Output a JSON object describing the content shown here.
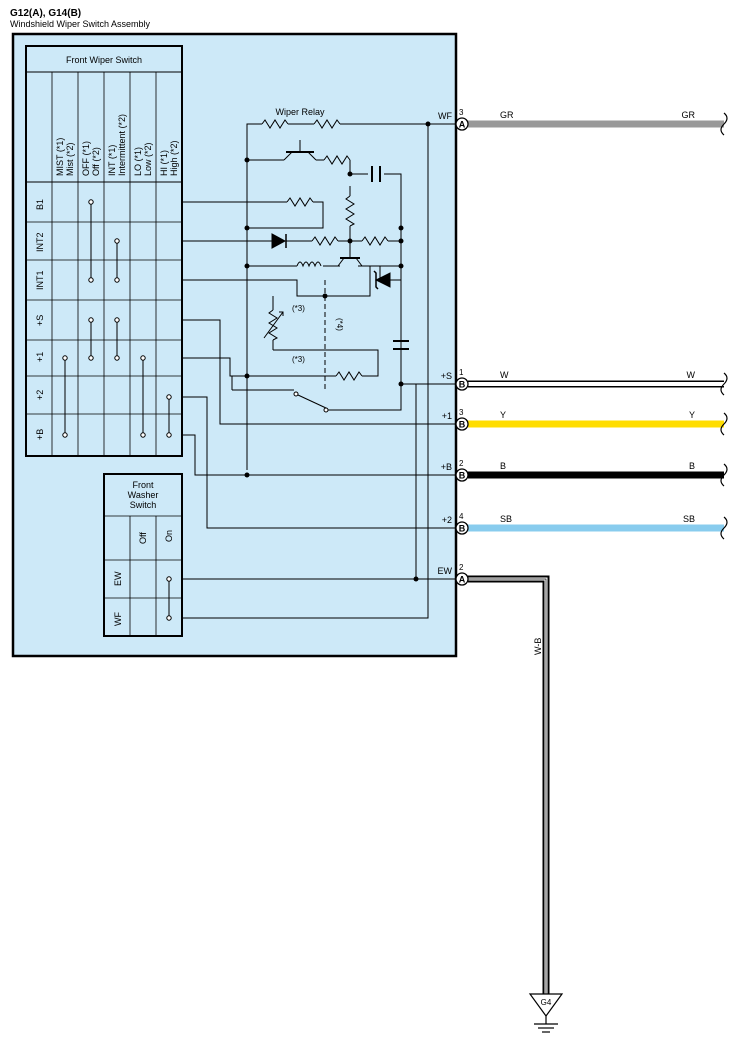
{
  "header": {
    "connector_ids": "G12(A), G14(B)",
    "assembly_name": "Windshield Wiper Switch Assembly"
  },
  "wiper_switch": {
    "title": "Front Wiper Switch",
    "positions": [
      {
        "line1": "MIST (*1)",
        "line2": "Mist (*2)"
      },
      {
        "line1": "OFF (*1)",
        "line2": "Off (*2)"
      },
      {
        "line1": "INT (*1)",
        "line2": "Intermittent (*2)"
      },
      {
        "line1": "LO (*1)",
        "line2": "Low (*2)"
      },
      {
        "line1": "HI (*1)",
        "line2": "High (*2)"
      }
    ],
    "terminals": [
      "B1",
      "INT2",
      "INT1",
      "+S",
      "+1",
      "+2",
      "+B"
    ]
  },
  "washer_switch": {
    "title_lines": [
      "Front",
      "Washer",
      "Switch"
    ],
    "positions": [
      "Off",
      "On"
    ],
    "terminals": [
      "EW",
      "WF"
    ]
  },
  "relay": {
    "title": "Wiper Relay",
    "notes": [
      "(*3)",
      "(*3)",
      "(*4)"
    ]
  },
  "connectors": [
    {
      "name": "WF",
      "pin": "3",
      "connector": "A",
      "wire": "GR",
      "color": "#999999"
    },
    {
      "name": "+S",
      "pin": "1",
      "connector": "B",
      "wire": "W",
      "color": "#ffffff"
    },
    {
      "name": "+1",
      "pin": "3",
      "connector": "B",
      "wire": "Y",
      "color": "#ffdd00"
    },
    {
      "name": "+B",
      "pin": "2",
      "connector": "B",
      "wire": "B",
      "color": "#000000"
    },
    {
      "name": "+2",
      "pin": "4",
      "connector": "B",
      "wire": "SB",
      "color": "#88ccee"
    },
    {
      "name": "EW",
      "pin": "2",
      "connector": "A",
      "wire": "W-B",
      "color": "#ffffff"
    }
  ],
  "ground": {
    "label": "G4"
  },
  "colors": {
    "assembly_fill": "#cde9f8",
    "line": "#000000"
  }
}
